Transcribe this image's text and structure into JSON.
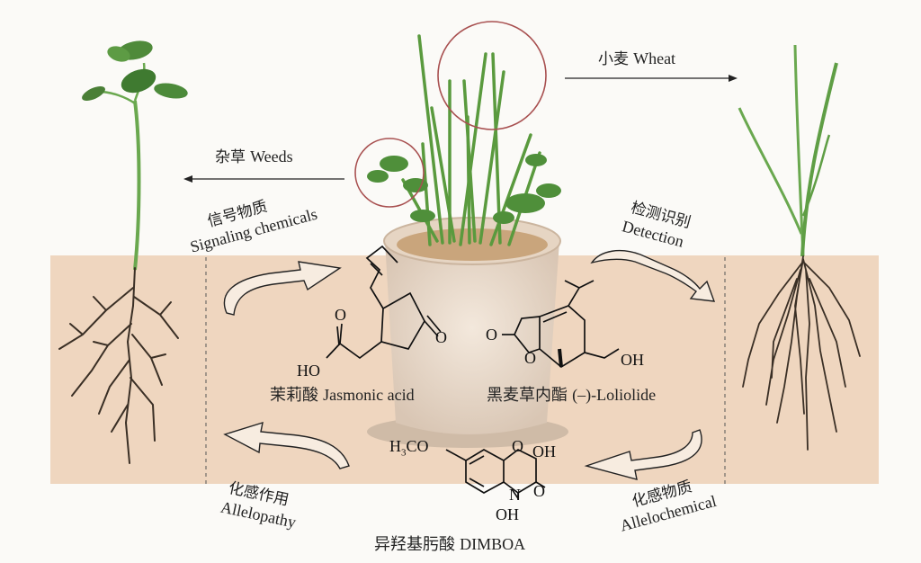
{
  "labels": {
    "weeds": {
      "cn": "杂草",
      "en": "Weeds"
    },
    "wheat": {
      "cn": "小麦",
      "en": "Wheat"
    },
    "signaling": {
      "cn": "信号物质",
      "en": "Signaling chemicals"
    },
    "detection": {
      "cn": "检测识别",
      "en": "Detection"
    },
    "allelopathy": {
      "cn": "化感作用",
      "en": "Allelopathy"
    },
    "allelochemical": {
      "cn": "化感物质",
      "en": "Allelochemical"
    }
  },
  "compounds": {
    "jasmonic": {
      "cn": "茉莉酸",
      "en": "Jasmonic acid",
      "atoms": {
        "o": "O",
        "ho": "HO"
      }
    },
    "loliolide": {
      "cn": "黑麦草内酯",
      "en": "(–)-Loliolide",
      "atoms": {
        "o1": "O",
        "o2": "O",
        "oh": "OH"
      }
    },
    "dimboa": {
      "cn": "异羟基肟酸",
      "en": "DIMBOA",
      "atoms": {
        "h": "H",
        "three": "3",
        "co": "CO",
        "o1": "O",
        "oh1": "OH",
        "o2": "O",
        "n": "N",
        "oh2": "OH"
      }
    }
  },
  "colors": {
    "soil": "#efd6bf",
    "plant": "#5a9a3e",
    "root": "#3a2f25",
    "circle": "#a85050"
  }
}
